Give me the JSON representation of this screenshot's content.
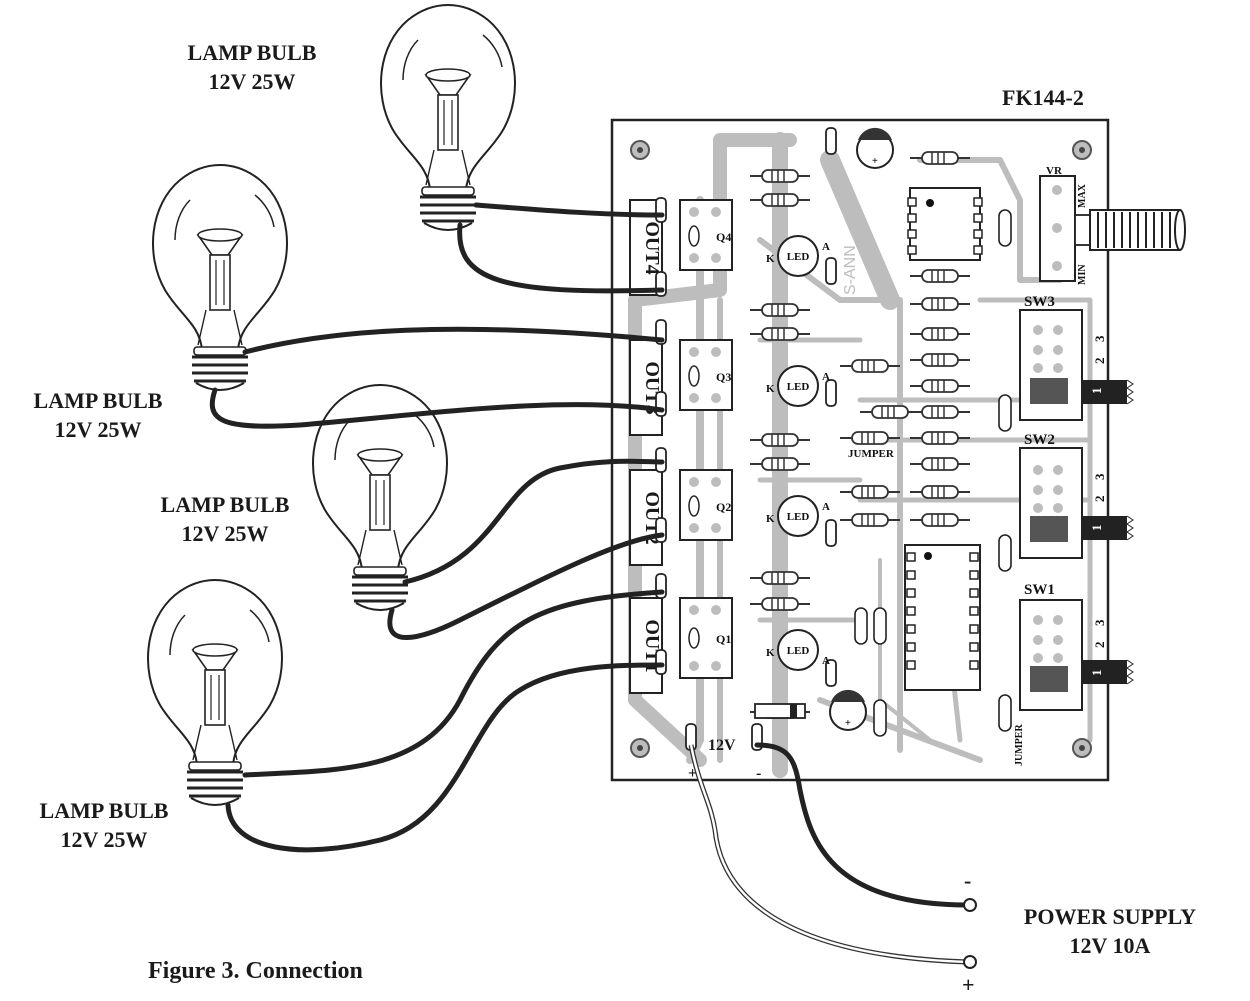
{
  "board": {
    "title": "FK144-2",
    "outputs": [
      "OUT4",
      "OUT3",
      "OUT2",
      "OUT1"
    ],
    "transistors": [
      "Q4",
      "Q3",
      "Q2",
      "Q1"
    ],
    "led_label": "LED",
    "led_k": "K",
    "led_a": "A",
    "vr_label": "VR",
    "vr_max": "MAX",
    "vr_min": "MIN",
    "switches": [
      "SW3",
      "SW2",
      "SW1"
    ],
    "switch_pins": [
      "3",
      "2",
      "1"
    ],
    "jumper_label": "JUMPER",
    "jumper_label_vertical": "JUMPER",
    "power_label": "12V",
    "plus": "+",
    "minus": "-"
  },
  "lamps": [
    {
      "line1": "LAMP BULB",
      "line2": "12V 25W"
    },
    {
      "line1": "LAMP BULB",
      "line2": "12V 25W"
    },
    {
      "line1": "LAMP BULB",
      "line2": "12V 25W"
    },
    {
      "line1": "LAMP BULB",
      "line2": "12V 25W"
    }
  ],
  "power_supply": {
    "line1": "POWER SUPPLY",
    "line2": "12V 10A",
    "minus": "-",
    "plus": "+"
  },
  "caption": "Figure 3. Connection"
}
